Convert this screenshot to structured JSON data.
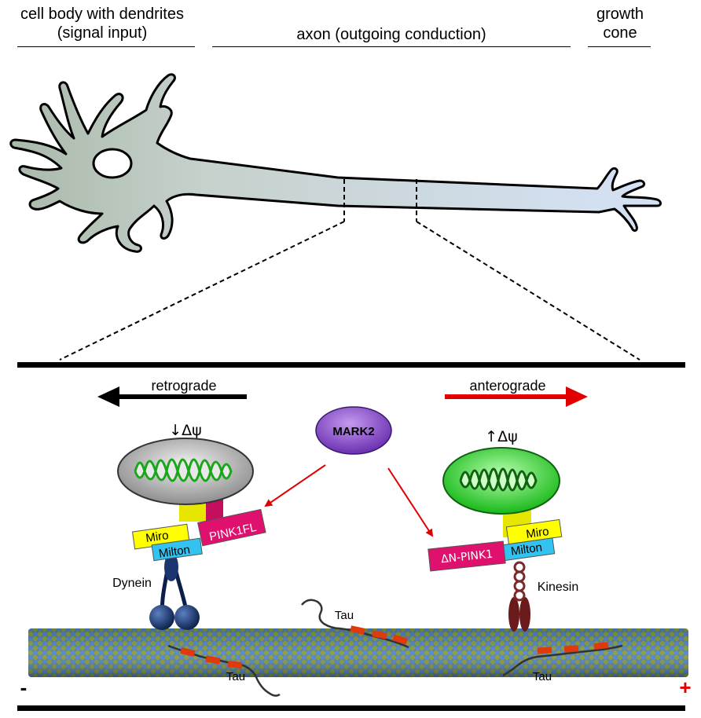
{
  "header": {
    "cell_body_line1": "cell body with dendrites",
    "cell_body_line2": "(signal input)",
    "axon": "axon (outgoing conduction)",
    "growth_cone_line1": "growth",
    "growth_cone_line2": "cone"
  },
  "diagram": {
    "retrograde": "retrograde",
    "anterograde": "anterograde",
    "mark2": "MARK2",
    "left_potential": "↓Δψ",
    "right_potential": "↑Δψ",
    "left": {
      "miro": "Miro",
      "milton": "Milton",
      "pink": "PINK1FL",
      "motor": "Dynein"
    },
    "right": {
      "miro": "Miro",
      "milton": "Milton",
      "pink": "ΔN-PINK1",
      "motor": "Kinesin"
    },
    "tau_labels": [
      "Tau",
      "Tau",
      "Tau"
    ],
    "minus_end": "-",
    "plus_end": "+"
  },
  "colors": {
    "dendrite_fill": "#b9c8c0",
    "axon_fill": "#c7d6ee",
    "mito_left": "#bfbfbf",
    "mito_right": "#3ee03e",
    "miro": "#ffff00",
    "milton": "#33c3f0",
    "pink": "#e0116e",
    "mark2": "#8a4fc9",
    "arrow_red": "#e00000",
    "microtubule_green": "#6f8e2f",
    "microtubule_blue": "#3f6fb0"
  }
}
